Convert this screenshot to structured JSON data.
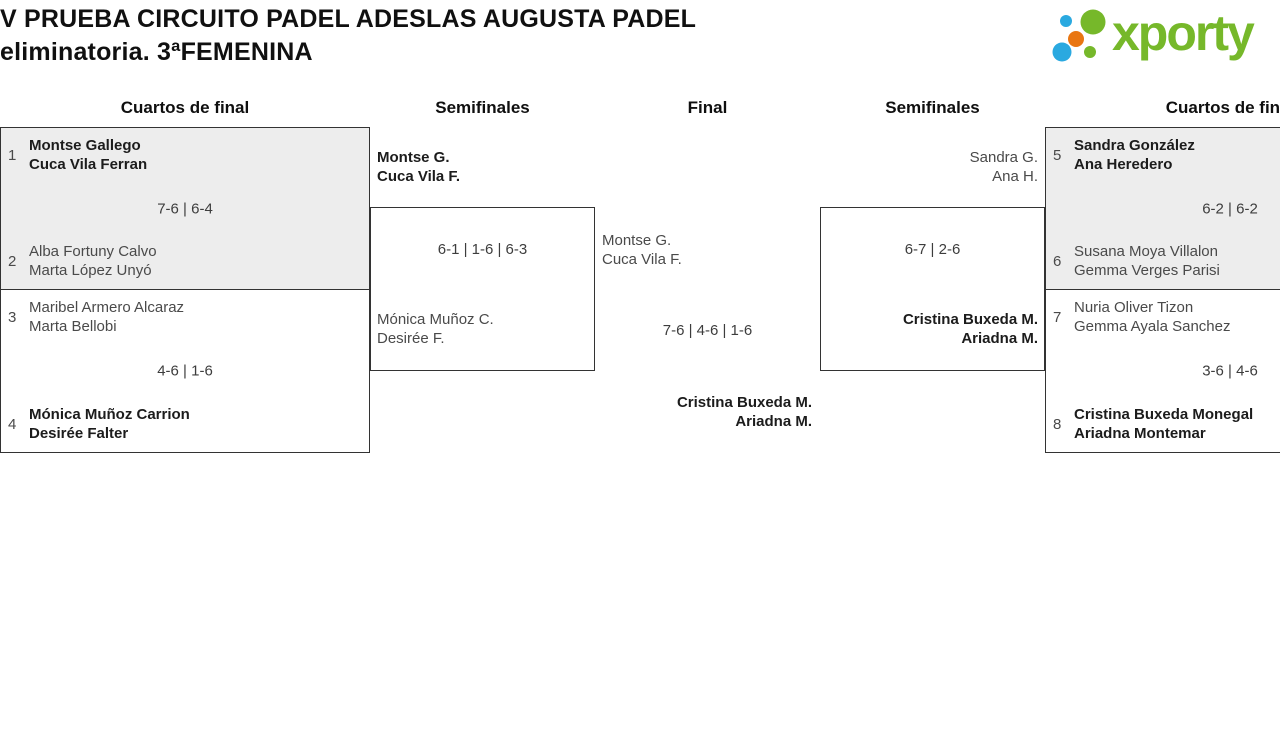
{
  "header": {
    "title_line1": "V PRUEBA CIRCUITO PADEL ADESLAS AUGUSTA PADEL",
    "title_line2": "eliminatoria. 3ªFEMENINA"
  },
  "logo": {
    "text": "xporty",
    "green": "#76b82a",
    "blue": "#2aa9e0",
    "orange": "#e97612"
  },
  "round_headers": {
    "qf_left": "Cuartos de final",
    "sf_left": "Semifinales",
    "final": "Final",
    "sf_right": "Semifinales",
    "qf_right": "Cuartos de final"
  },
  "matches": {
    "qf_left_top": {
      "seed_a": "1",
      "team_a_p1": "Montse Gallego",
      "team_a_p2": "Cuca Vila Ferran",
      "score": "7-6 | 6-4",
      "seed_b": "2",
      "team_b_p1": "Alba Fortuny Calvo",
      "team_b_p2": "Marta López Unyó",
      "winner": "a"
    },
    "qf_left_bottom": {
      "seed_a": "3",
      "team_a_p1": "Maribel Armero Alcaraz",
      "team_a_p2": "Marta Bellobi",
      "score": "4-6 | 1-6",
      "seed_b": "4",
      "team_b_p1": "Mónica Muñoz Carrion",
      "team_b_p2": "Desirée Falter",
      "winner": "b"
    },
    "sf_left": {
      "team_a_p1": "Montse G.",
      "team_a_p2": "Cuca Vila F.",
      "score": "6-1 | 1-6 | 6-3",
      "team_b_p1": "Mónica Muñoz C.",
      "team_b_p2": "Desirée F.",
      "winner": "a"
    },
    "final": {
      "team_a_p1": "Montse G.",
      "team_a_p2": "Cuca Vila F.",
      "score": "7-6 | 4-6 | 1-6",
      "team_b_p1": "Cristina Buxeda M.",
      "team_b_p2": "Ariadna M.",
      "winner": "b"
    },
    "sf_right": {
      "team_a_p1": "Sandra G.",
      "team_a_p2": "Ana H.",
      "score": "6-7 | 2-6",
      "team_b_p1": "Cristina Buxeda M.",
      "team_b_p2": "Ariadna M.",
      "winner": "b"
    },
    "qf_right_top": {
      "seed_a": "5",
      "team_a_p1": "Sandra González",
      "team_a_p2": "Ana Heredero",
      "score": "6-2 | 6-2",
      "seed_b": "6",
      "team_b_p1": "Susana Moya Villalon",
      "team_b_p2": "Gemma Verges Parisi",
      "winner": "a"
    },
    "qf_right_bottom": {
      "seed_a": "7",
      "team_a_p1": "Nuria Oliver Tizon",
      "team_a_p2": "Gemma Ayala Sanchez",
      "score": "3-6 | 4-6",
      "seed_b": "8",
      "team_b_p1": "Cristina Buxeda Monegal",
      "team_b_p2": "Ariadna Montemar",
      "winner": "b"
    }
  },
  "colors": {
    "box_gray": "#ededed",
    "border": "#333333"
  }
}
